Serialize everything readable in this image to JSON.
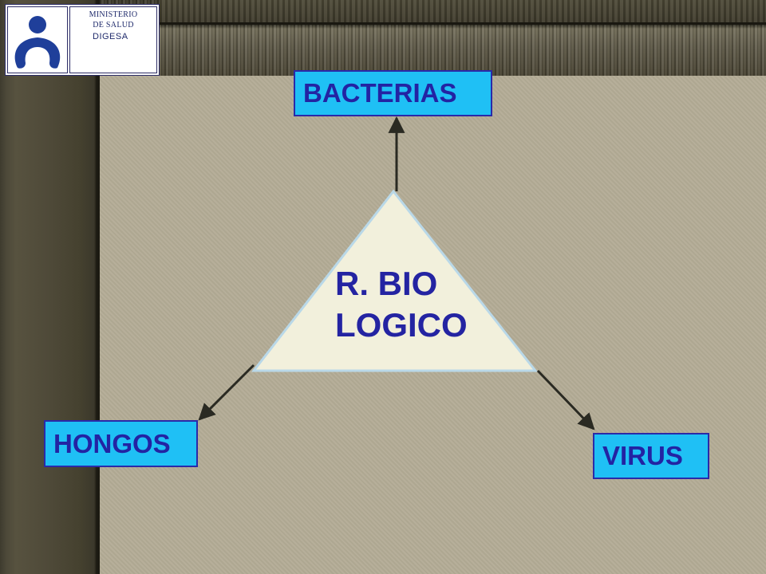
{
  "logo": {
    "line1": "MINISTERIO",
    "line2": "DE SALUD",
    "line3": "DIGESA",
    "icon": "person-figure-icon",
    "color": "#1f2a6b"
  },
  "diagram": {
    "center": {
      "line1": "R. BIO",
      "line2": "LOGICO",
      "shape": "triangle",
      "fill": "#f2f0dc"
    },
    "nodes": {
      "top": "BACTERIAS",
      "left": "HONGOS",
      "right": "VIRUS"
    },
    "node_fill": "#1fc0f5",
    "text_color": "#2424a2"
  }
}
